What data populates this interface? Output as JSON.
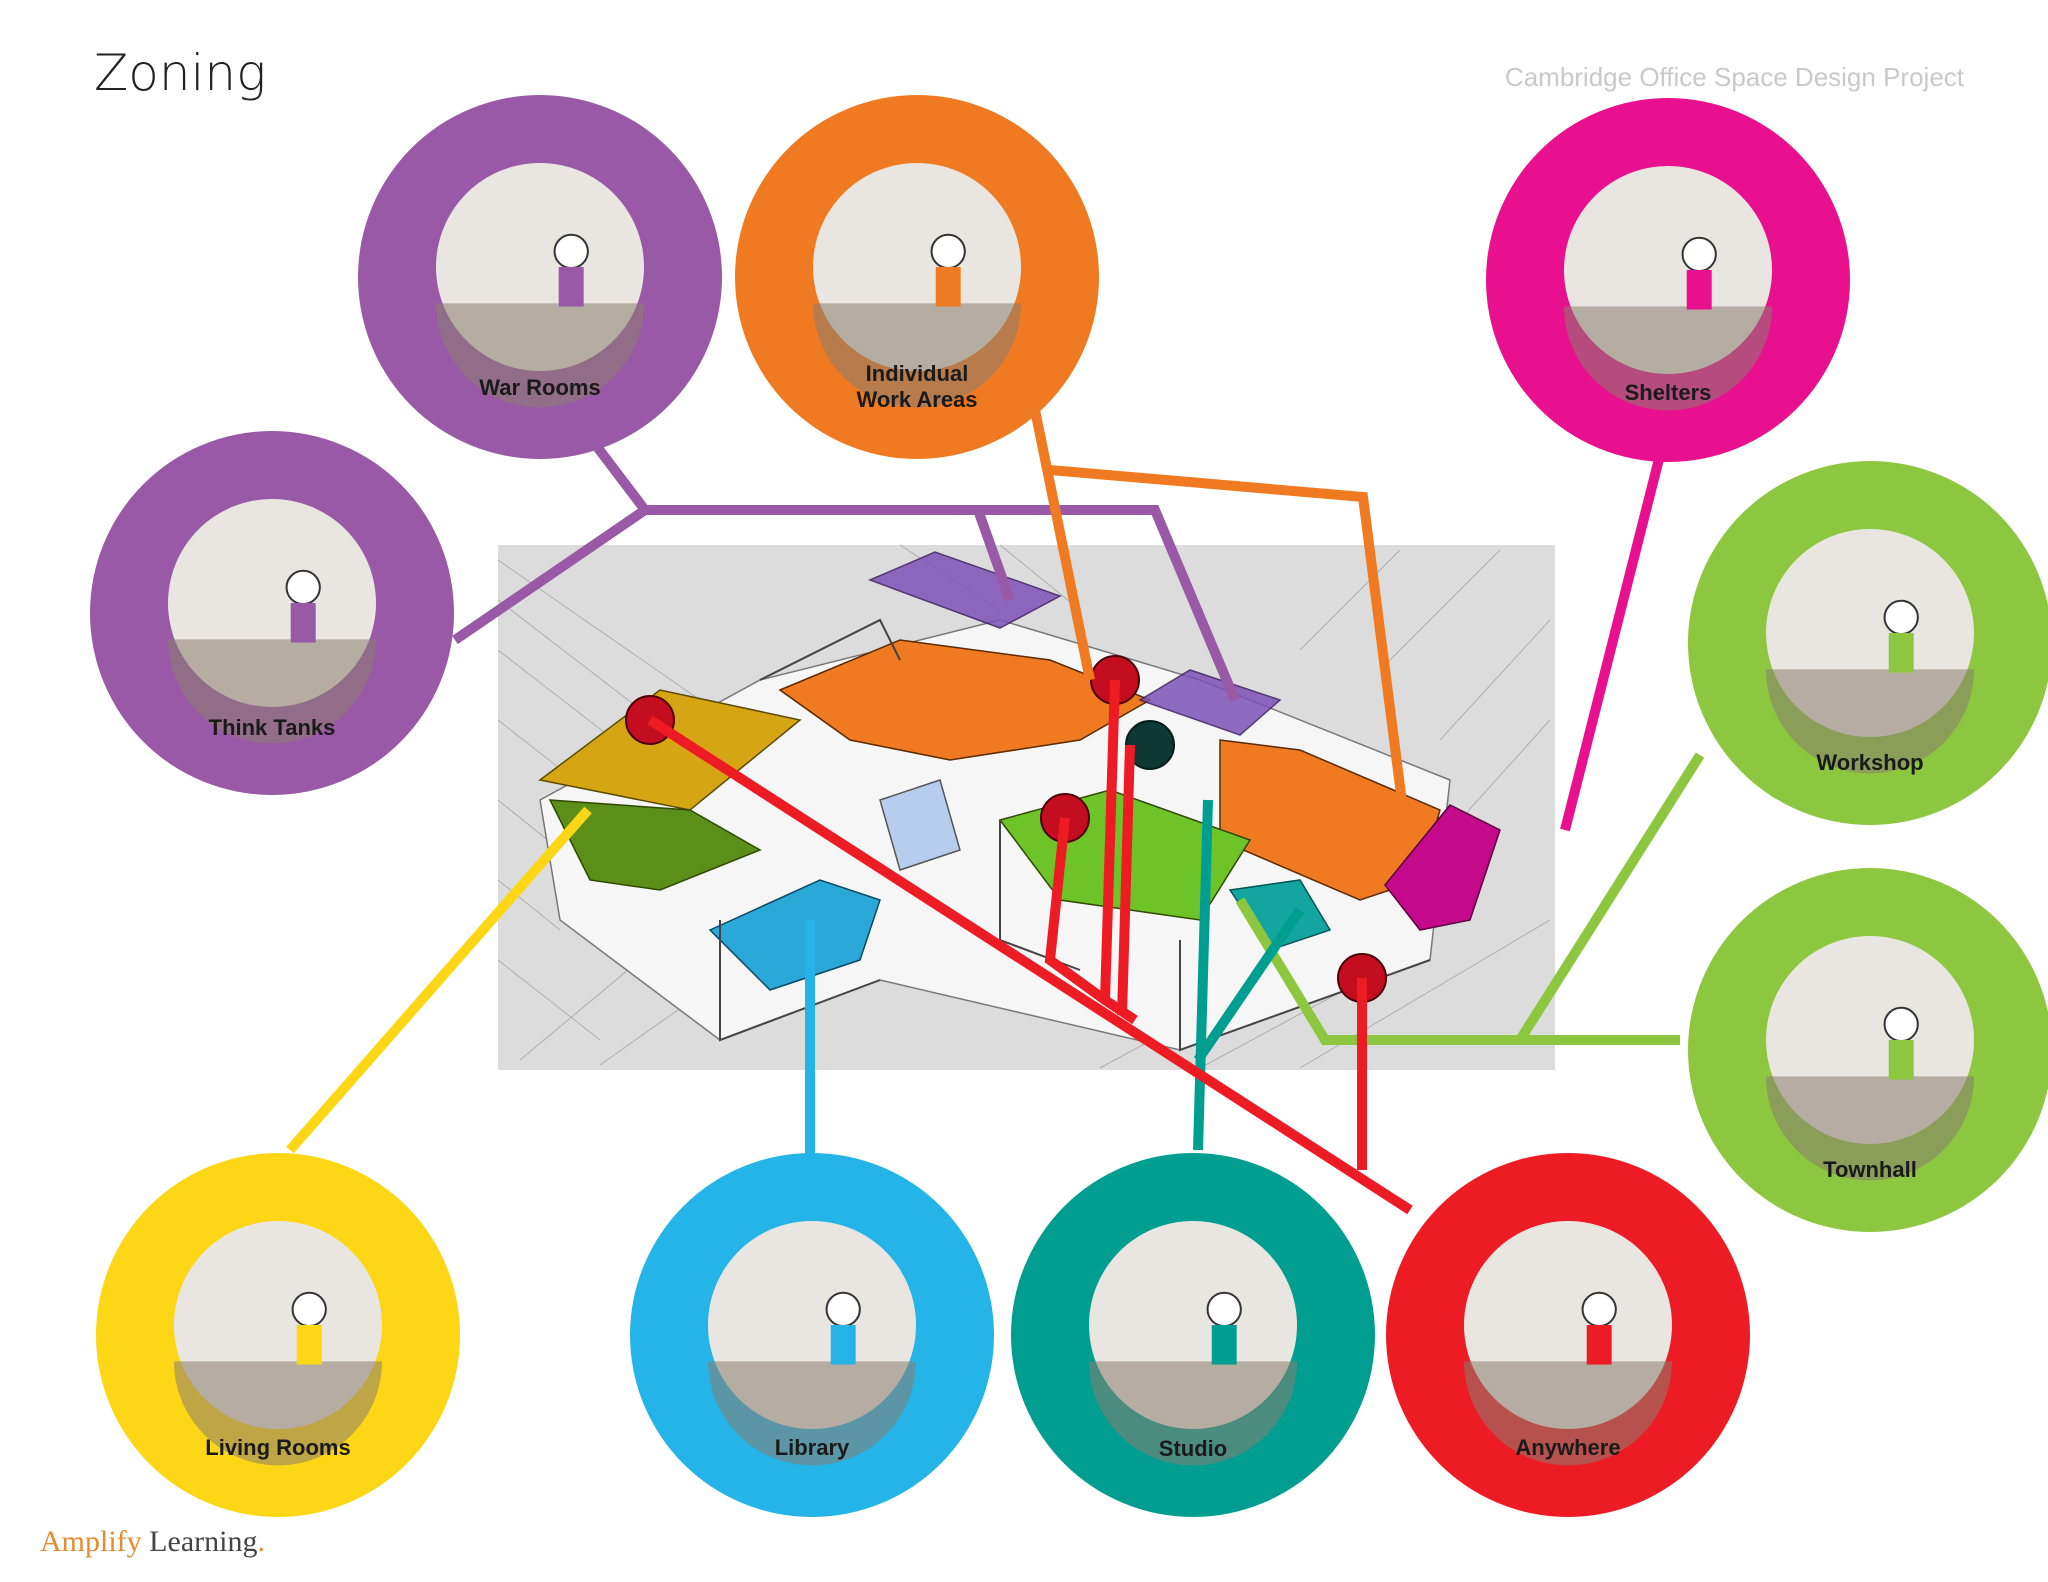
{
  "header": {
    "title": "Zoning",
    "project": "Cambridge Office Space Design Project"
  },
  "brand": {
    "name_part1": "Amplify",
    "name_part2": " Learning",
    "dot": "."
  },
  "zones": [
    {
      "id": "war-rooms",
      "label_lines": [
        "War Rooms"
      ],
      "color": "#9a59a6"
    },
    {
      "id": "individual-work-areas",
      "label_lines": [
        "Individual",
        "Work Areas"
      ],
      "color": "#f07a22"
    },
    {
      "id": "shelters",
      "label_lines": [
        "Shelters"
      ],
      "color": "#e8108e"
    },
    {
      "id": "think-tanks",
      "label_lines": [
        "Think Tanks"
      ],
      "color": "#9a59a6"
    },
    {
      "id": "workshop",
      "label_lines": [
        "Workshop"
      ],
      "color": "#8dc63f"
    },
    {
      "id": "townhall",
      "label_lines": [
        "Townhall"
      ],
      "color": "#8dc63f"
    },
    {
      "id": "living-rooms",
      "label_lines": [
        "Living Rooms"
      ],
      "color": "#fdd615"
    },
    {
      "id": "library",
      "label_lines": [
        "Library"
      ],
      "color": "#25b4e8"
    },
    {
      "id": "studio",
      "label_lines": [
        "Studio"
      ],
      "color": "#009e91"
    },
    {
      "id": "anywhere",
      "label_lines": [
        "Anywhere"
      ],
      "color": "#ed1c24"
    }
  ],
  "colors": {
    "purple": "#9a59a6",
    "orange": "#f07a22",
    "magenta": "#e8108e",
    "green": "#8dc63f",
    "yellow": "#fdd615",
    "blue": "#25b4e8",
    "teal": "#009e91",
    "red": "#ed1c24"
  },
  "icons": [
    "floorplan-3d-illustration",
    "zone-vignette-illustration"
  ]
}
